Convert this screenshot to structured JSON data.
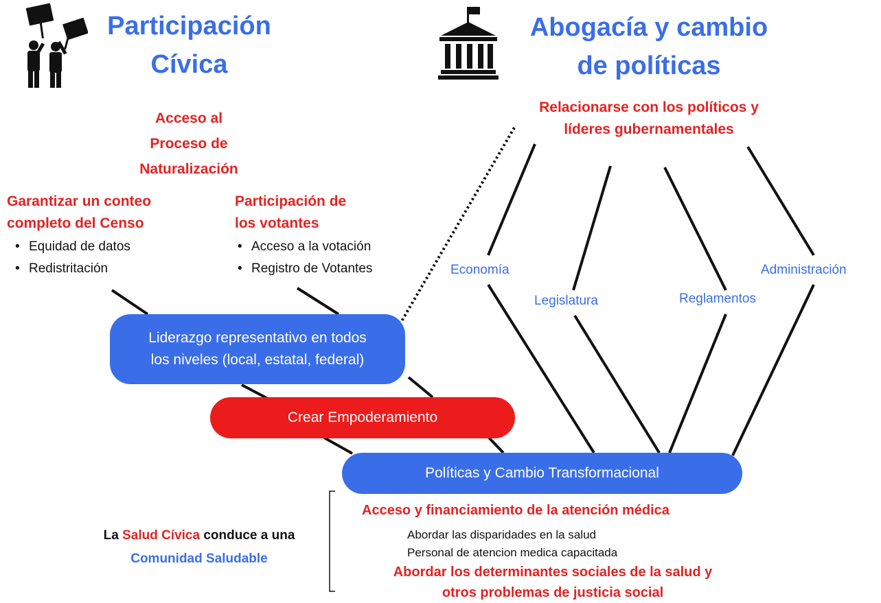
{
  "colors": {
    "accent_blue": "#3a6ee8",
    "accent_red": "#e42222",
    "pill_blue": "#3a6ee8",
    "pill_red": "#ec1c1c",
    "text_black": "#111111"
  },
  "civic": {
    "icon": "protesters-icon",
    "title_line1": "Participación",
    "title_line2": "Cívica",
    "naturalization": [
      "Acceso al",
      "Proceso de",
      "Naturalización"
    ],
    "census": {
      "heading": [
        "Garantizar un conteo",
        "completo del Censo"
      ],
      "bullets": [
        "Equidad de datos",
        "Redistritación"
      ]
    },
    "voters": {
      "heading": [
        "Participación de",
        "los votantes"
      ],
      "bullets": [
        "Acceso a la votación",
        "Registro de Votantes"
      ]
    }
  },
  "advocacy": {
    "icon": "government-building-icon",
    "title_line1": "Abogacía y cambio",
    "title_line2": "de políticas",
    "relate": [
      "Relacionarse con los  políticos y",
      "líderes gubernamentales"
    ],
    "areas": [
      "Economía",
      "Legislatura",
      "Reglamentos",
      "Administración"
    ]
  },
  "pills": {
    "leadership": [
      "Liderazgo representativo en todos",
      "los niveles (local, estatal, federal)"
    ],
    "empowerment": "Crear Empoderamiento",
    "policy": "Políticas y Cambio Transformacional"
  },
  "outcome": {
    "left": {
      "la": "La",
      "salud": "Salud Cívica",
      "conduce": "conduce a una",
      "comunidad": "Comunidad Saludable"
    },
    "access": "Acceso y financiamiento de la atención médica",
    "items": [
      "Abordar las disparidades en la salud",
      "Personal de atencion medica capacitada"
    ],
    "determinants": [
      "Abordar los determinantes sociales de la salud  y",
      "otros problemas de justicia social"
    ]
  }
}
